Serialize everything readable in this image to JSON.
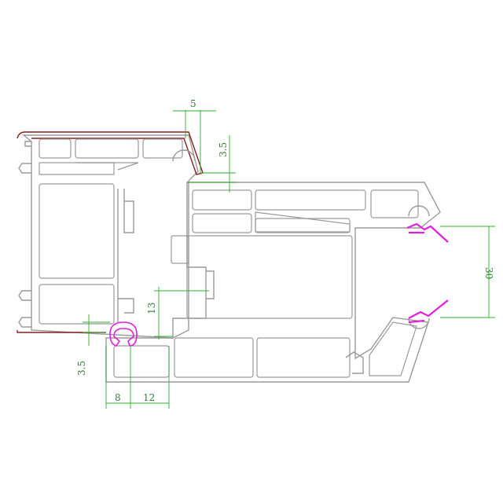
{
  "colors": {
    "profile": "#9a9a9a",
    "cap": "#8b1f1f",
    "dimension": "#2bb02b",
    "seal": "#e020e0"
  },
  "dimensions": {
    "top_offset": "5",
    "top_height": "3.5",
    "glass_gap": "30",
    "rebate_height": "13",
    "bottom_height": "3.5",
    "bottom_left": "8",
    "bottom_right": "12"
  }
}
